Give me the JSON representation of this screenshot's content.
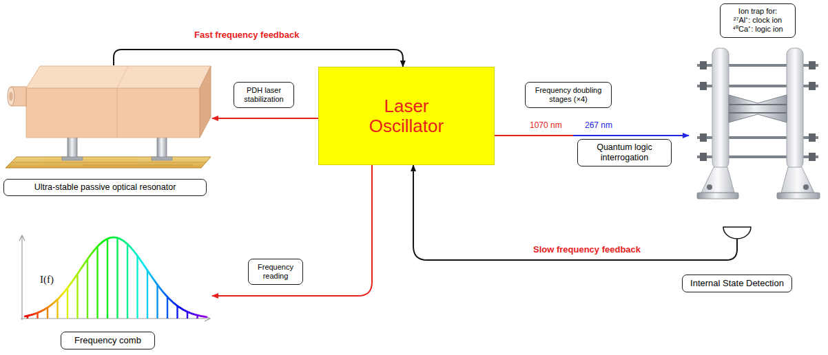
{
  "diagram": {
    "nodes": [
      {
        "text": [
          "Ultra-stable passive optical resonator"
        ]
      },
      {
        "text": [
          "PDH laser stabilization"
        ]
      },
      {
        "text": [
          "Laser Oscillator"
        ]
      },
      {
        "text": [
          "Frequency doubling stages (×4)"
        ]
      },
      {
        "text": [
          "Quantum logic interrogation"
        ]
      },
      {
        "text": [
          "Ion trap for:",
          "²⁷Al⁺: clock ion",
          "⁴⁰Ca⁺: logic ion"
        ]
      },
      {
        "text": [
          "Frequency reading"
        ]
      },
      {
        "text": [
          "Frequency comb"
        ]
      },
      {
        "text": [
          "Internal State Detection"
        ]
      }
    ],
    "edges": [
      {
        "from": 0,
        "to": 2,
        "arrow": "to",
        "label": "Fast frequency feedback"
      },
      {
        "from": 2,
        "to": 0,
        "arrow": "to"
      },
      {
        "from": 2,
        "to": 5,
        "arrow": "to"
      },
      {
        "from": 2,
        "to": 7,
        "arrow": "to"
      },
      {
        "from": 8,
        "to": 2,
        "arrow": "to",
        "label": "Slow frequency feedback"
      }
    ],
    "labels": [
      "1070 nm",
      "267 nm",
      "I(f)"
    ]
  }
}
